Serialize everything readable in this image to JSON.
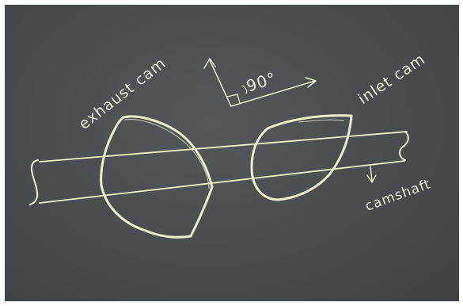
{
  "labels": {
    "exhaust_cam": "exhaust cam",
    "inlet_cam": "inlet cam",
    "angle": "90°",
    "camshaft": "camshaft"
  },
  "colors": {
    "chalkboard": "#4a4e50",
    "chalk": "#eef0c8",
    "frame": "#ffffff"
  }
}
